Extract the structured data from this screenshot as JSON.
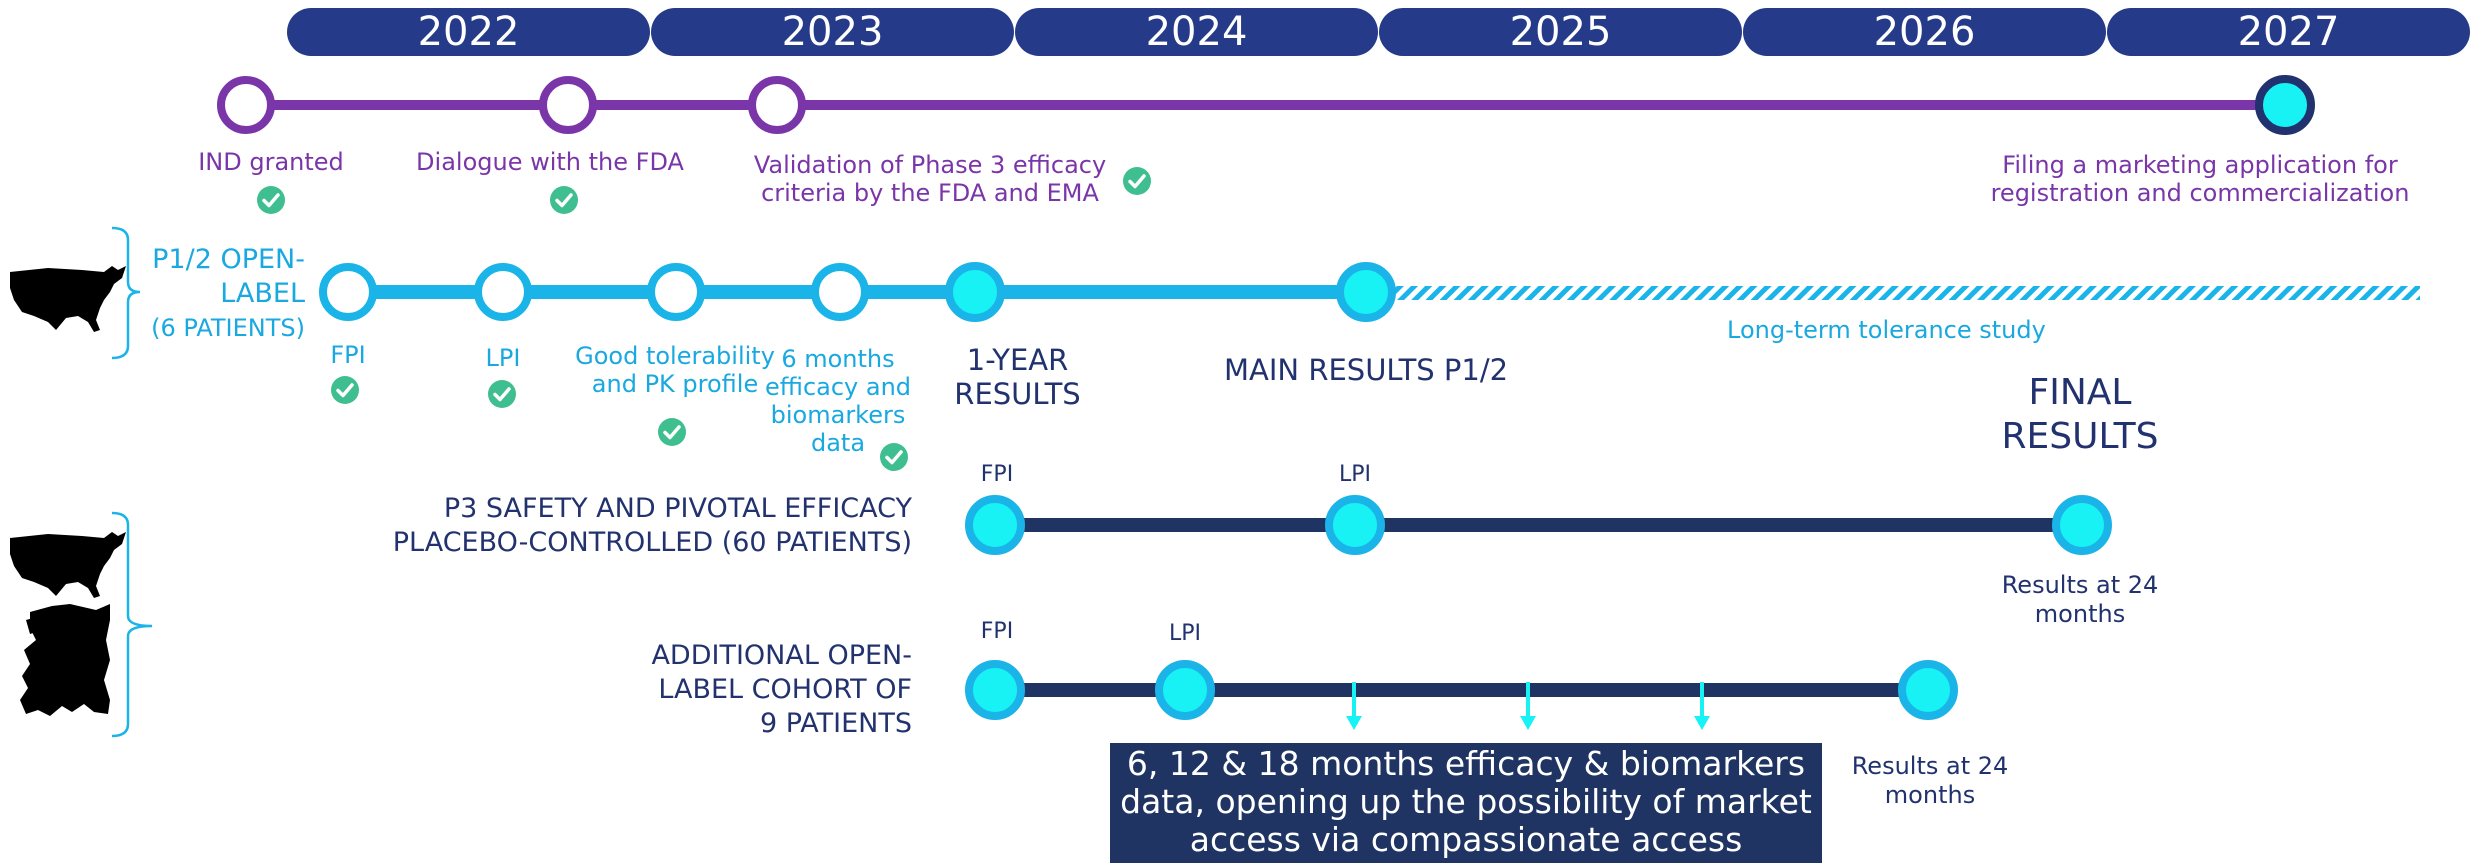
{
  "colors": {
    "year_bar": "#263a8a",
    "purple": "#7a36a8",
    "cyan_line": "#1ab4e8",
    "navy": "#22326e",
    "bright_cyan": "#19f2f5",
    "check_green": "#3fbf8f"
  },
  "years": [
    "2022",
    "2023",
    "2024",
    "2025",
    "2026",
    "2027"
  ],
  "regulatory": {
    "ind": "IND granted",
    "fda": "Dialogue with the FDA",
    "validation_1": "Validation of Phase 3 efficacy",
    "validation_2": "criteria by the FDA and EMA",
    "filing_1": "Filing a marketing application for",
    "filing_2": "registration and commercialization"
  },
  "p12": {
    "label_1": "P1/2 OPEN-",
    "label_2": "LABEL",
    "label_3": "(6 PATIENTS)",
    "fpi": "FPI",
    "lpi": "LPI",
    "tol_1": "Good tolerability",
    "tol_2": "and PK profile",
    "m6_1": "6 months",
    "m6_2": "efficacy and",
    "m6_3": "biomarkers",
    "m6_4": "data",
    "yr1_1": "1-YEAR",
    "yr1_2": "RESULTS",
    "main": "MAIN RESULTS P1/2",
    "longterm": "Long-term tolerance study",
    "final_1": "FINAL",
    "final_2": "RESULTS"
  },
  "p3": {
    "label_1": "P3 SAFETY AND PIVOTAL EFFICACY",
    "label_2": "PLACEBO-CONTROLLED (60 PATIENTS)",
    "fpi": "FPI",
    "lpi": "LPI",
    "results_1": "Results at 24",
    "results_2": "months"
  },
  "cohort": {
    "label_1": "ADDITIONAL OPEN-",
    "label_2": "LABEL COHORT OF",
    "label_3": "9 PATIENTS",
    "fpi": "FPI",
    "lpi": "LPI",
    "results_1": "Results at 24",
    "results_2": "months",
    "box_1": "6, 12 & 18 months efficacy & biomarkers",
    "box_2": "data, opening up the possibility of market",
    "box_3": "access via compassionate access"
  },
  "icons": [
    "usa-map-icon",
    "europe-map-icon",
    "bracket-icon",
    "check-icon",
    "milestone-circle-icon",
    "down-arrow-icon"
  ]
}
